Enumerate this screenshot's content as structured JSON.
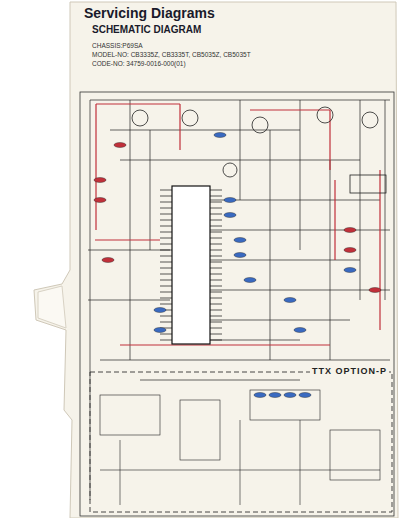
{
  "diagram": {
    "title": "Servicing Diagrams",
    "labels": [
      "SCHEMATIC DIAGRAM",
      "CHASSIS:P69SA",
      "MODEL-NO: CB3335Z, CB3335T, CB5035Z, CB5035T",
      "CODE-NO: 34759-0016-000(01)",
      "TTX OPTION-P"
    ]
  }
}
